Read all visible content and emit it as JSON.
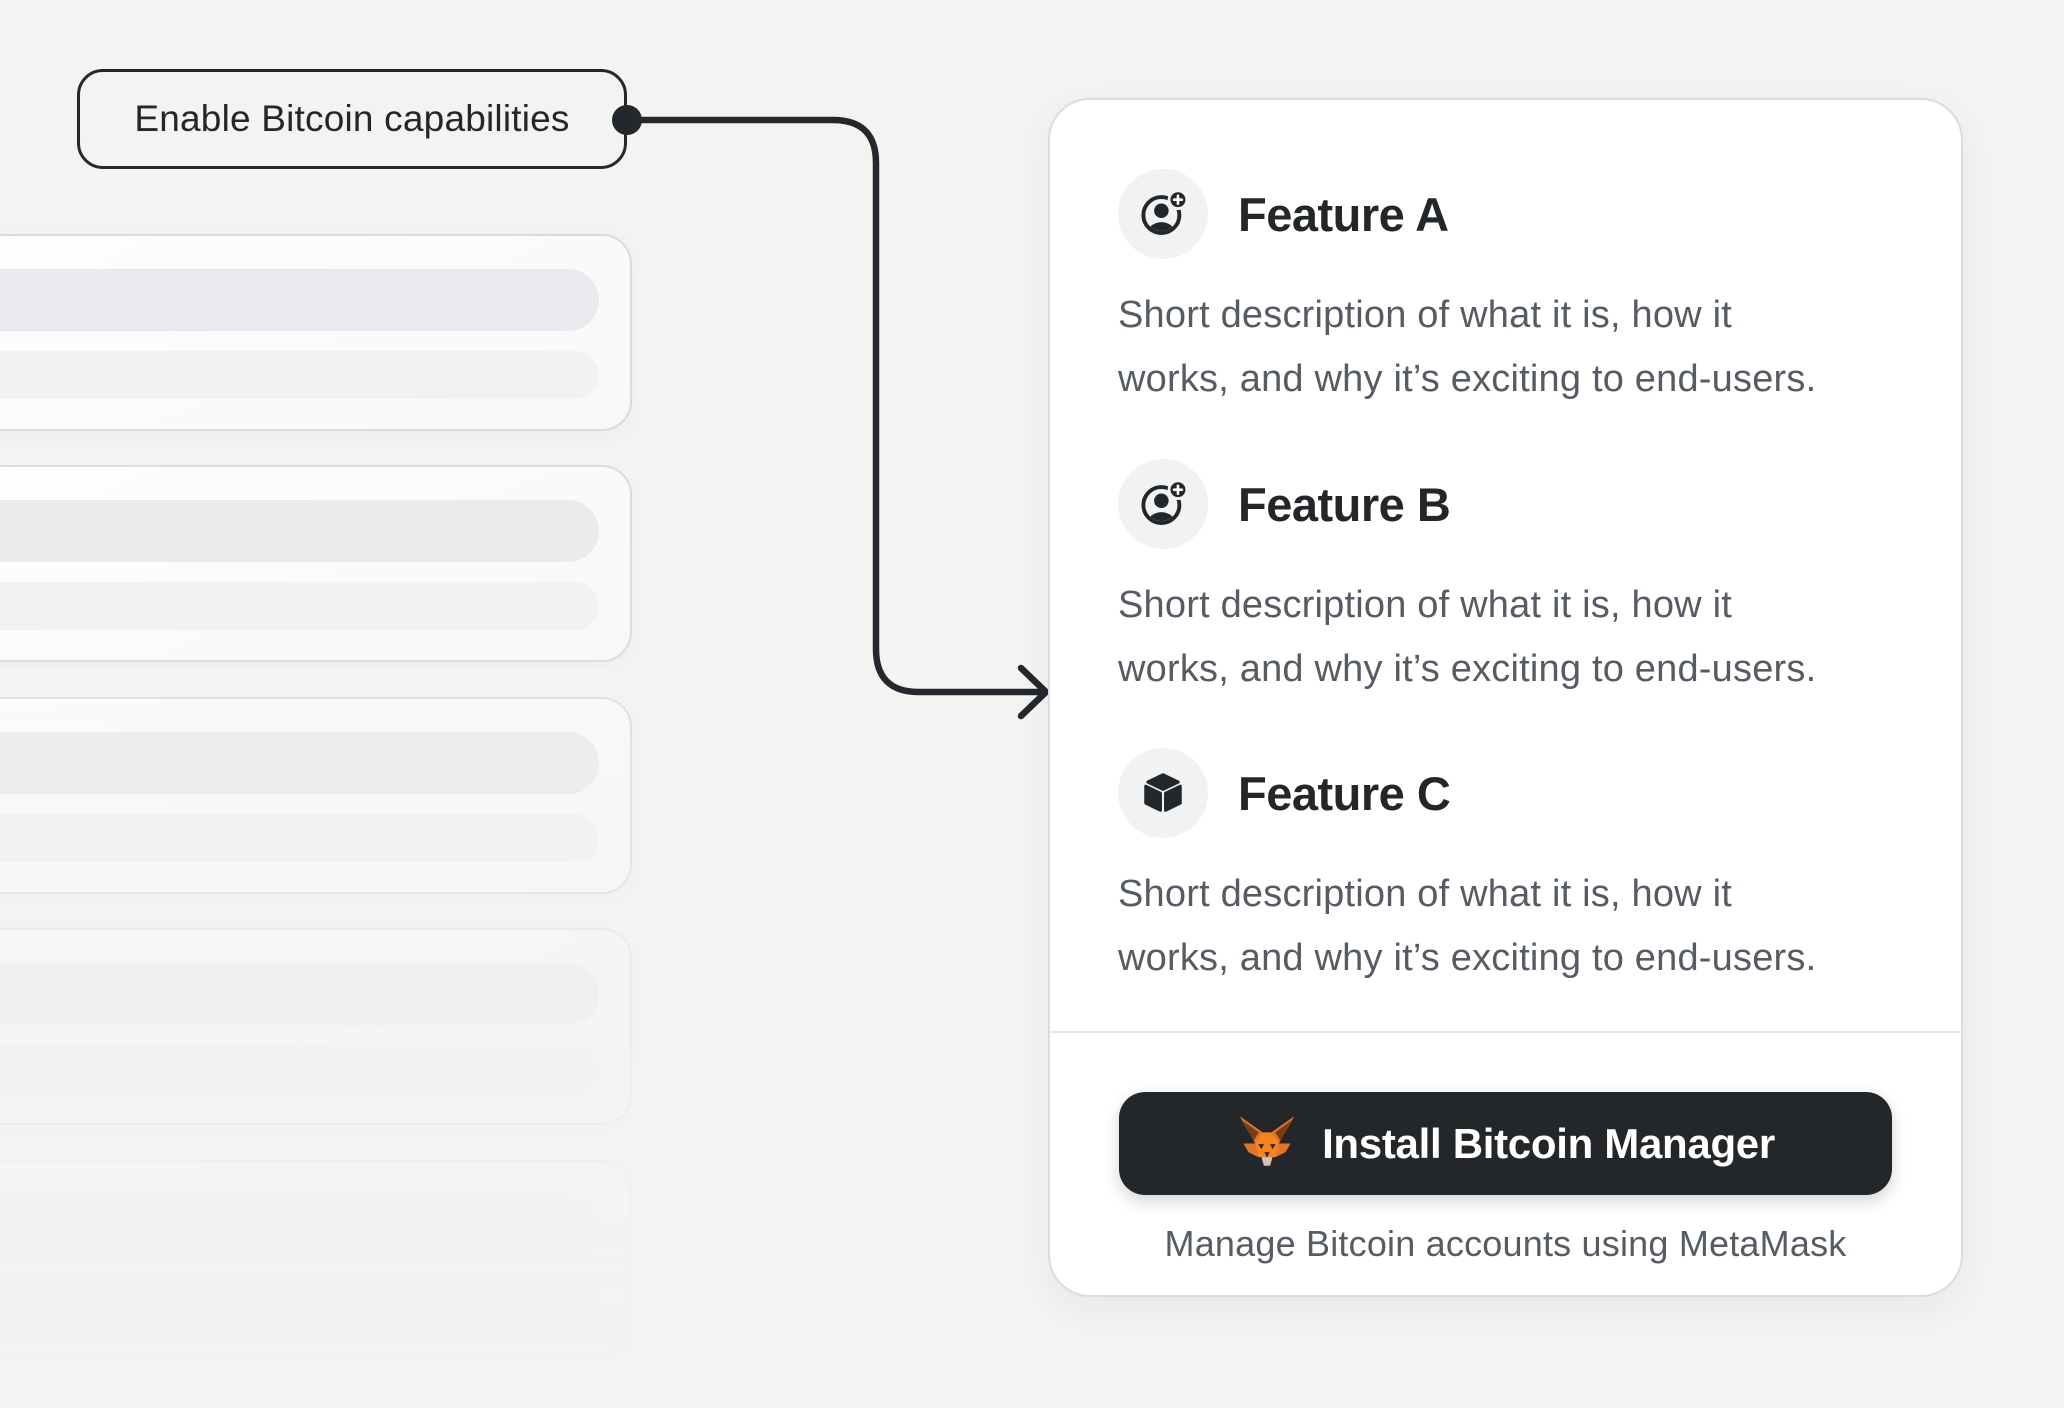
{
  "page": {
    "background": "#f3f3f2"
  },
  "colors": {
    "accent_dark": "#24282c",
    "card_background": "#ffffff",
    "card_border": "#d9dce0",
    "icon_circle_background": "#f1f2f4",
    "title_text": "#24272a",
    "body_text": "#555c63",
    "button_background": "#24272a",
    "button_text": "#ffffff",
    "metamask_orange": "#f5841f",
    "skeleton_pill_dark": "#e8eaed",
    "skeleton_pill_light": "#f0f2f4"
  },
  "callout": {
    "label": "Enable Bitcoin capabilities"
  },
  "skeleton_list": {
    "card_count": 5,
    "lines_per_card": 2
  },
  "features_card": {
    "items": [
      {
        "title": "Feature A",
        "icon": "user-add-icon",
        "description_lines": [
          "Short description of what it is, how it",
          "works, and why it’s exciting to end-users."
        ]
      },
      {
        "title": "Feature B",
        "icon": "user-add-icon",
        "description_lines": [
          "Short description of what it is, how it",
          "works, and why it’s exciting to end-users."
        ]
      },
      {
        "title": "Feature C",
        "icon": "cube-icon",
        "description_lines": [
          "Short description of what it is, how it",
          "works, and why it’s exciting to end-users."
        ]
      }
    ],
    "footer": {
      "button_label": "Install Bitcoin Manager",
      "button_icon": "metamask-fox-icon",
      "caption": "Manage Bitcoin accounts using MetaMask"
    }
  }
}
